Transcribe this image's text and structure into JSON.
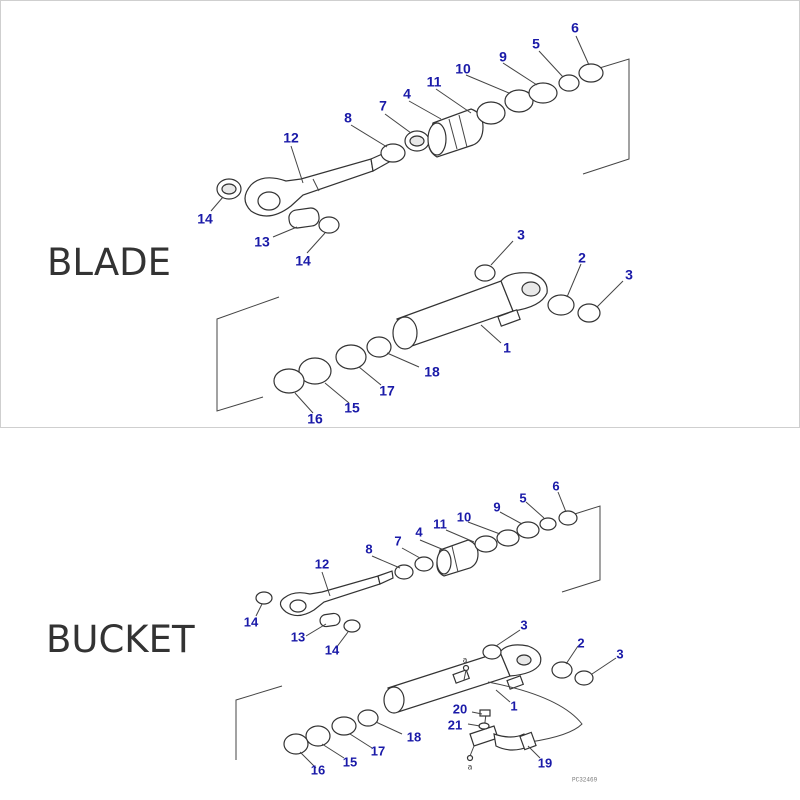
{
  "blade": {
    "title": "BLADE",
    "labels": {
      "p1": "1",
      "p2": "2",
      "p3a": "3",
      "p3b": "3",
      "p4": "4",
      "p5": "5",
      "p6": "6",
      "p7": "7",
      "p8": "8",
      "p9": "9",
      "p10": "10",
      "p11": "11",
      "p12": "12",
      "p13": "13",
      "p14a": "14",
      "p14b": "14",
      "p15": "15",
      "p16": "16",
      "p17": "17",
      "p18": "18"
    }
  },
  "bucket": {
    "title": "BUCKET",
    "labels": {
      "p1": "1",
      "p2": "2",
      "p3a": "3",
      "p3b": "3",
      "p4": "4",
      "p5": "5",
      "p6": "6",
      "p7": "7",
      "p8": "8",
      "p9": "9",
      "p10": "10",
      "p11": "11",
      "p12": "12",
      "p13": "13",
      "p14a": "14",
      "p14b": "14",
      "p15": "15",
      "p16": "16",
      "p17": "17",
      "p18": "18",
      "p19": "19",
      "p20": "20",
      "p21": "21",
      "a1": "a",
      "a2": "a"
    },
    "drawing_code": "PC32469"
  }
}
